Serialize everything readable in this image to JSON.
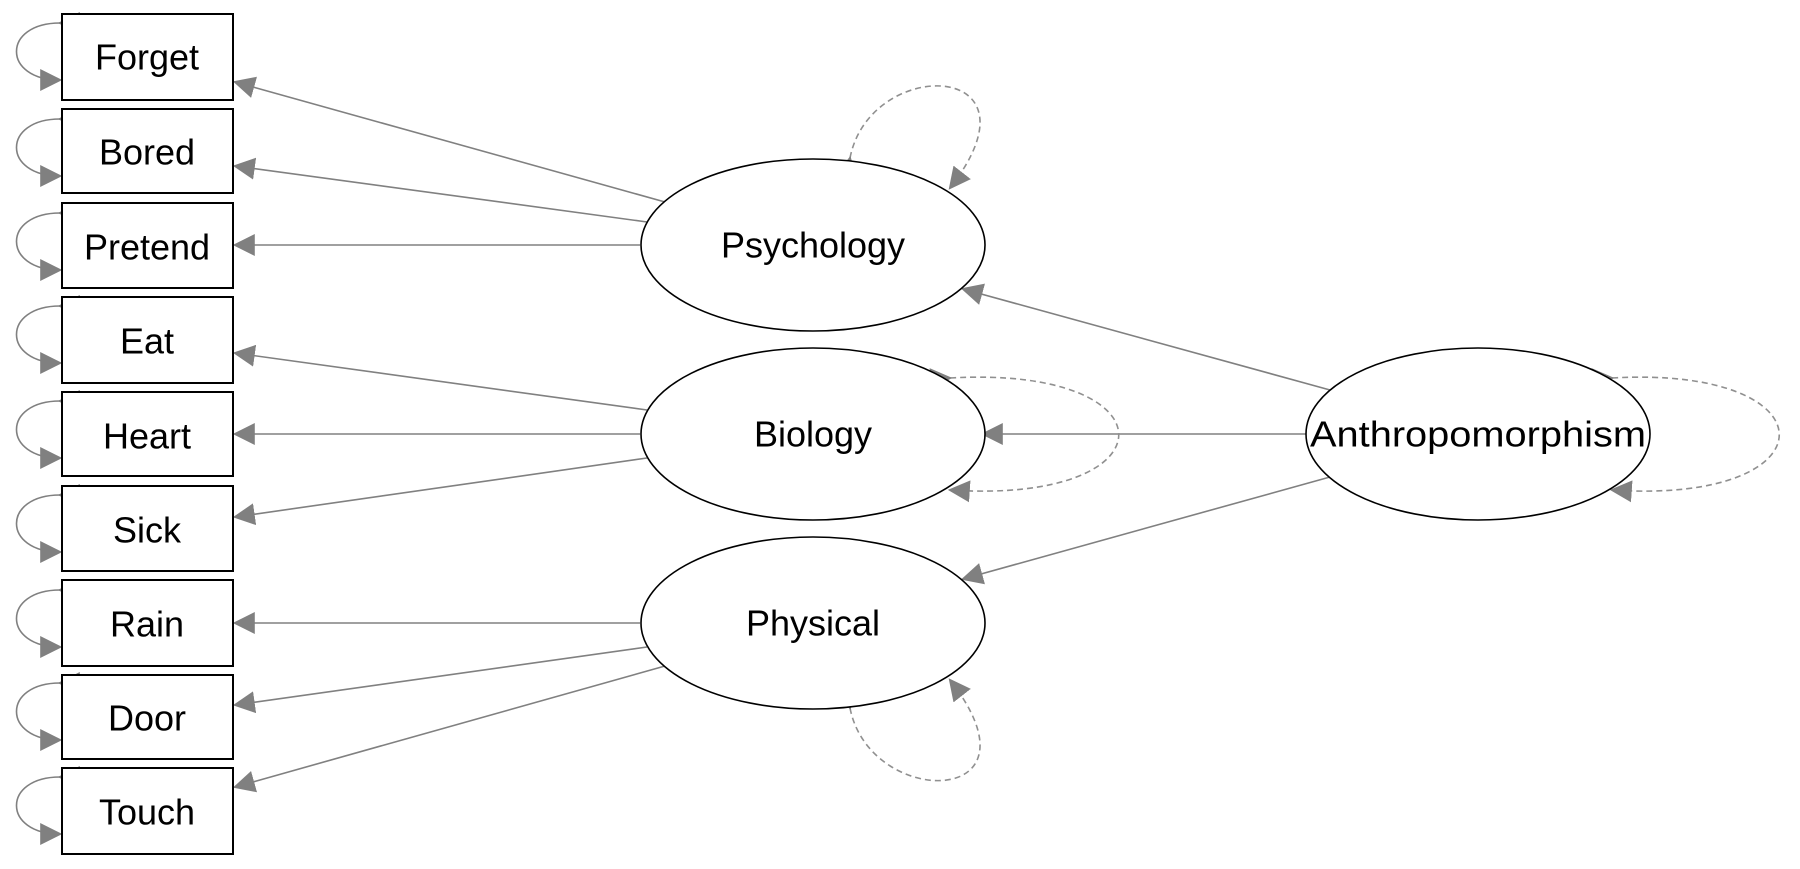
{
  "diagram": {
    "observed": [
      {
        "id": "forget",
        "label": "Forget"
      },
      {
        "id": "bored",
        "label": "Bored"
      },
      {
        "id": "pretend",
        "label": "Pretend"
      },
      {
        "id": "eat",
        "label": "Eat"
      },
      {
        "id": "heart",
        "label": "Heart"
      },
      {
        "id": "sick",
        "label": "Sick"
      },
      {
        "id": "rain",
        "label": "Rain"
      },
      {
        "id": "door",
        "label": "Door"
      },
      {
        "id": "touch",
        "label": "Touch"
      }
    ],
    "latent": [
      {
        "id": "psychology",
        "label": "Psychology",
        "indicators": [
          "Forget",
          "Bored",
          "Pretend"
        ]
      },
      {
        "id": "biology",
        "label": "Biology",
        "indicators": [
          "Eat",
          "Heart",
          "Sick"
        ]
      },
      {
        "id": "physical",
        "label": "Physical",
        "indicators": [
          "Rain",
          "Door",
          "Touch"
        ]
      }
    ],
    "higher_order": {
      "id": "anthropomorphism",
      "label": "Anthropomorphism",
      "factors": [
        "Psychology",
        "Biology",
        "Physical"
      ]
    },
    "colors": {
      "path": "#808080",
      "variance": "#909090",
      "node_stroke": "#000000",
      "background": "#ffffff"
    }
  }
}
